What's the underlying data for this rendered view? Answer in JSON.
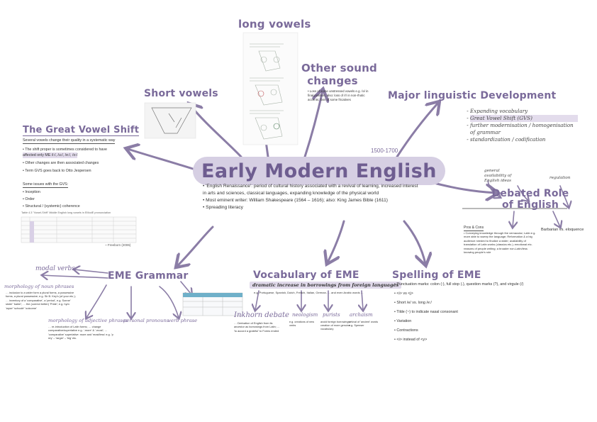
{
  "center": {
    "title": "Early Modern English",
    "dates": "1500-1700"
  },
  "intro": {
    "renaissance": "• 'English Renaissance': period of cultural history associated with a revival of learning, increased interest in arts and sciences, classical languages, expanding knowledge of the physical world",
    "writer": "• Most eminent writer: William Shakespeare (1564 – 1616); also: King James Bible (1611)",
    "literacy": "• Spreading literacy"
  },
  "long_vowels": {
    "title": "long vowels"
  },
  "short_vowels": {
    "title": "Short vowels"
  },
  "other_sound": {
    "title_1": "Other sound",
    "title_2": "changes",
    "text": "• Loss of some unstressed vowels e.g. /ə/ in final position; also: loss of /r/ in non-rhotic accents; loss of some fricatives"
  },
  "major": {
    "title": "Major linguistic Development",
    "items": [
      "Expanding vocabulary",
      "Great Vowel Shift (GVS)",
      "further modernisation / homogenisation of grammar",
      "standardization / codification"
    ]
  },
  "gvs": {
    "title": "The Great Vowel Shift",
    "l1": "Several vowels change their quality in a systematic way",
    "l2": "• The shift proper is sometimes considered to have",
    "l3": "affected only ME /i:/, /u:/, /e:/, /o:/",
    "l4": "• Other changes are then associated changes",
    "l5": "• Term GVS goes back to Otto Jespersen",
    "issues_head": "Some issues with the GVS:",
    "issues": [
      "• Inception",
      "• Order",
      "• Structural / (systemic) coherence"
    ],
    "table_caption": "Table 4.3 \"Vowel-Shift\" Middle English long vowels in EModE pronunciation",
    "table_note": "~ Freeborn (2006)"
  },
  "debated": {
    "title_1": "Debated Role",
    "title_2": "of English",
    "note1": "general availability of English ideas",
    "note2": "regulation",
    "pros_head": "Pros & Cons",
    "pros_text": "• Conveying knowledge through the vernacular; Latin e.g. more able to sweep the language; Reformation & a big audience needed to finalize a wider; availability of translation of Latin works (classics etc.); emotional etc. reasons of people writing; a broader non-Latin/less knowing people's role",
    "barbarian": "Barbarian vs. eloquence"
  },
  "grammar": {
    "title": "EME Grammar",
    "modal": "modal verbs",
    "noun_head": "morphology of noun phrases",
    "noun_text": "… inclusion to a wider form a plural forms, a possessive forms, a plural possessive; e.g. Sir B. Key's (of your etc.); … inventory of a 'comparative', a 'period', e.g. Sonne' sister' 'kalee'; … the (correct better) 'Pride'; e.g. hym 'wyse' 'schoolé' 'outcome'",
    "adj_head": "morphology of adjective phrases",
    "adj_text": "… re-introduction of Latin forms; … change comparative/superlative e.g. '-more' & '-most'; … 'comparative' superlative: more and 'most/less' e.g. 'p rey' – 'larger' – 'big' etc.",
    "pronouns": "personal pronouns",
    "verb": "verb phrase"
  },
  "vocab": {
    "title": "Vocabulary of EME",
    "banner": "dramatic increase in borrowings from foreign languages",
    "line": "e.g. Portuguese, Spanish, Dutch, French, Italian, German, … and even Arabic words …",
    "inkhorn": "Inkhorn debate",
    "inkhorn_text": "… Derivation of English from its ancestor as borrowings from Latin; … 'to accord a grateful' to Forms ended",
    "neologism": "neologism",
    "neo_text": "e.g. creations of new verbs",
    "purists": "purists",
    "pur_text": "avoid foreign borrowings / creation of more genuine vocabulary",
    "archaism": "archaism",
    "arch_text": "revival of 'ancient' words e.g. Spenser"
  },
  "spelling": {
    "title": "Spelling of EME",
    "items": [
      "Punctuation marks: colon (:), full stop (.), question marks (?), and virgule (/)",
      "<i> vs <j>",
      "Short /e/ vs. long /e:/",
      "Tilde (~) to indicate nasal consonant",
      "Variation",
      "Contractions",
      "<i> instead of <y>"
    ]
  },
  "colors": {
    "accent": "#7a6a9a",
    "bubble": "#d6cfe3",
    "highlight": "#e3dcec",
    "line": "#8b7da6"
  }
}
